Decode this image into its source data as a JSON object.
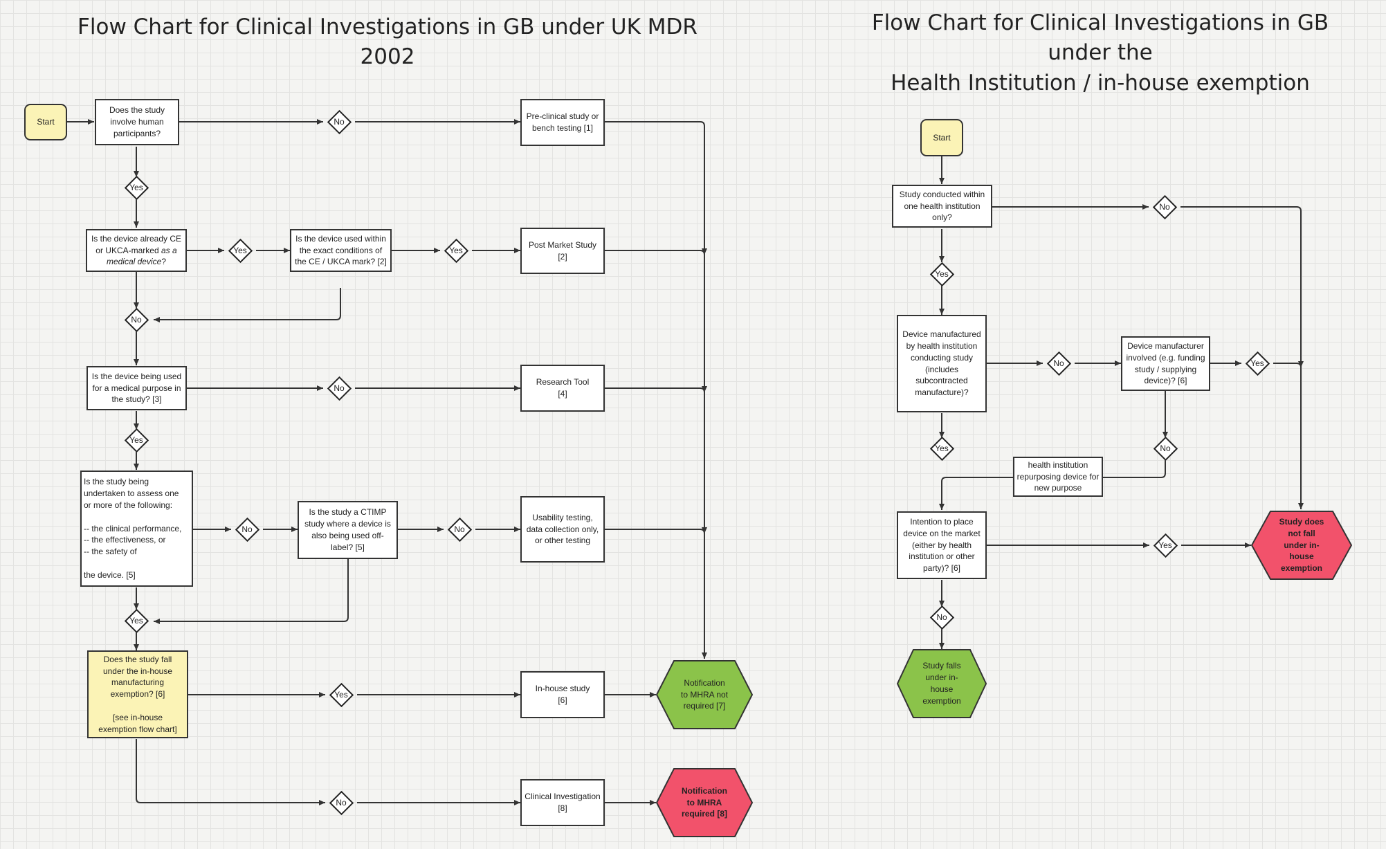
{
  "colors": {
    "start_fill": "#fbf3b6",
    "green_outcome": "#8bc34a",
    "red_outcome": "#f2526b",
    "line": "#333333"
  },
  "left": {
    "title": "Flow Chart for Clinical Investigations in GB under UK MDR 2002",
    "start": "Start",
    "q_human": "Does the study\ninvolve human\nparticipants?",
    "q_ce": "Is the device already CE\nor UKCA-marked as a\nmedical device?",
    "q_conditions": "Is the device used within\nthe exact conditions of\nthe CE / UKCA mark? [2]",
    "q_purpose": "Is the device being used\nfor a medical purpose in\nthe study? [3]",
    "q_assess": "Is the study being\nundertaken to assess one\nor more of the following:\n\n-- the clinical performance,\n-- the effectiveness, or\n-- the safety of\n\nthe device. [5]",
    "q_ctimp": "Is the study a CTIMP\nstudy where a device is\nalso being used off-\nlabel? [5]",
    "q_inhouse": "Does the study fall\nunder the in-house\nmanufacturing\nexemption? [6]\n\n[see in-house\nexemption flow chart]",
    "r_preclinical": "Pre-clinical study or\nbench testing [1]",
    "r_postmarket": "Post Market Study\n[2]",
    "r_research": "Research Tool\n[4]",
    "r_usability": "Usability testing,\ndata collection only,\nor other testing",
    "r_inhouse": "In-house study\n[6]",
    "r_clinical": "Clinical Investigation\n[8]",
    "o_not_required": "Notification\nto MHRA not\nrequired [7]",
    "o_required": "Notification\nto MHRA\nrequired [8]",
    "yes": "Yes",
    "no": "No"
  },
  "right": {
    "title_lines": [
      "Flow Chart for Clinical Investigations in GB",
      "under the",
      "Health Institution / in-house exemption"
    ],
    "start": "Start",
    "q_one_institution": "Study conducted within\none health institution\nonly?",
    "q_manufactured": "Device manufactured\nby health institution\nconducting study\n(includes\nsubcontracted\nmanufacture)?",
    "q_manufacturer_involved": "Device manufacturer\ninvolved (e.g. funding\nstudy / supplying\ndevice)?  [6]",
    "n_repurposing": "health institution\nrepurposing device for\nnew purpose",
    "q_market": "Intention to place\ndevice on the market\n(either by health\ninstitution or other\nparty)? [6]",
    "o_not_fall": "Study does\nnot fall\nunder in-\nhouse\nexemption",
    "o_falls": "Study falls\nunder in-\nhouse\nexemption",
    "yes": "Yes",
    "no": "No"
  }
}
